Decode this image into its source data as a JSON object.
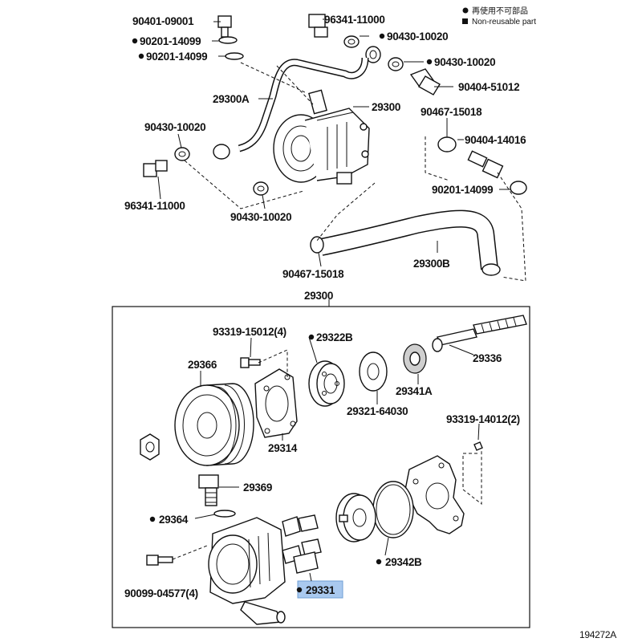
{
  "legend": {
    "nonreusable_jp": "再使用不可部品",
    "nonreusable_en": "Non-reusable part"
  },
  "figure_id": "194272A",
  "assembly_label": "29300",
  "labels": {
    "p90401_09001": "90401-09001",
    "p90201_14099_a": "90201-14099",
    "p90201_14099_b": "90201-14099",
    "p96341_11000_top": "96341-11000",
    "p90430_10020_top": "90430-10020",
    "p90430_10020_right": "90430-10020",
    "p90404_51012": "90404-51012",
    "p29300A": "29300A",
    "p29300_top": "29300",
    "p90467_15018_right": "90467-15018",
    "p90404_14016": "90404-14016",
    "p90430_10020_left": "90430-10020",
    "p96341_11000_left": "96341-11000",
    "p90201_14099_right": "90201-14099",
    "p90430_10020_bottom": "90430-10020",
    "p29300B": "29300B",
    "p90467_15018_bottom": "90467-15018",
    "p93319_15012": "93319-15012(4)",
    "p29322B": "29322B",
    "p29366": "29366",
    "p29336": "29336",
    "p29341A": "29341A",
    "p29321_64030": "29321-64030",
    "p29314": "29314",
    "p93319_14012": "93319-14012(2)",
    "p29369": "29369",
    "p29364": "29364",
    "p29342B": "29342B",
    "p90099_04577": "90099-04577(4)",
    "p29331": "29331"
  },
  "colors": {
    "highlight": "#a9c9ef",
    "ink": "#111111"
  }
}
